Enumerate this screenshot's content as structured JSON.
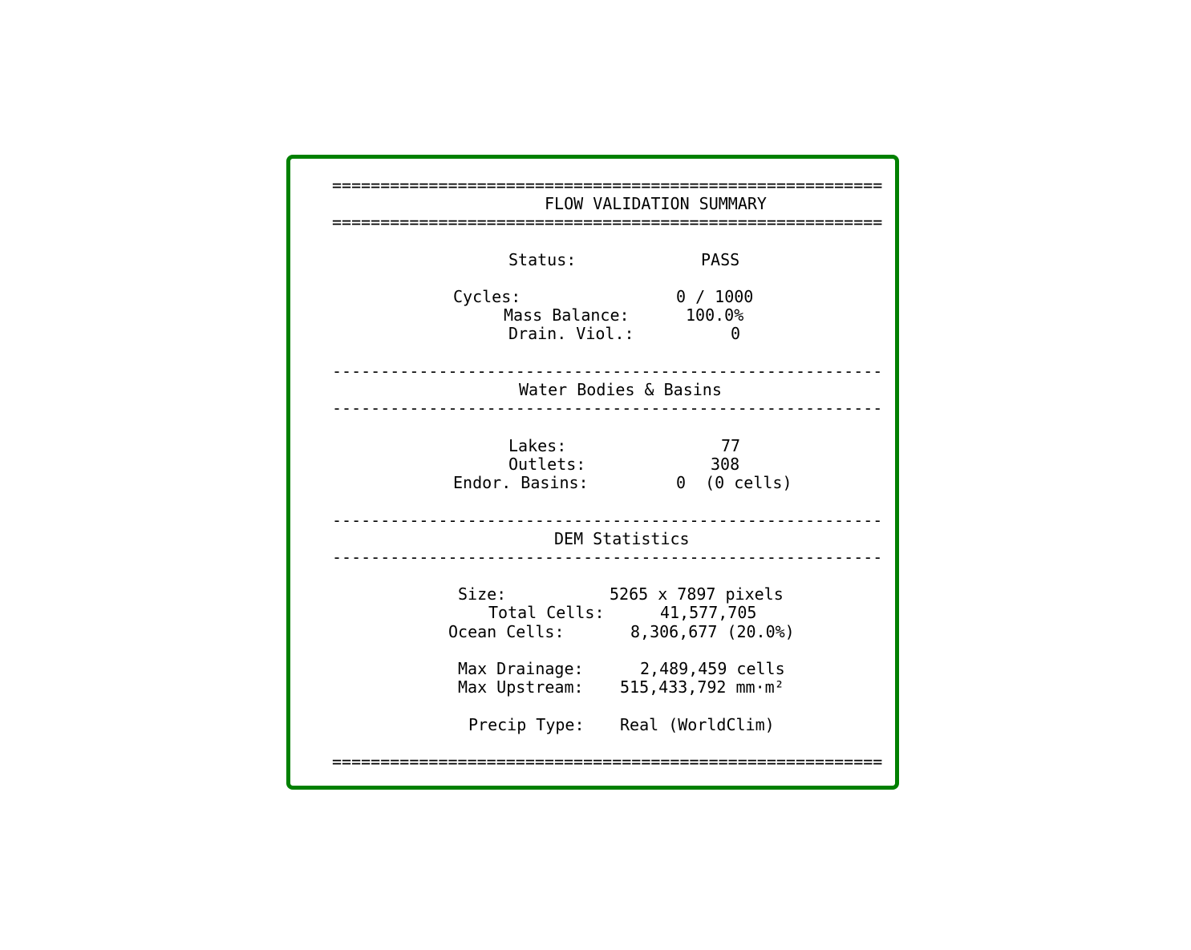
{
  "rules": {
    "double": "=========================================================",
    "single": "---------------------------------------------------------"
  },
  "header": {
    "title": "FLOW VALIDATION SUMMARY"
  },
  "status": {
    "label": "Status:",
    "value": "PASS"
  },
  "cycles": {
    "label": "Cycles:",
    "value": "0 / 1000"
  },
  "mass_balance": {
    "label": "Mass Balance:",
    "value": "100.0%"
  },
  "drain_viol": {
    "label": "Drain. Viol.:",
    "value": "0"
  },
  "water_section": {
    "title": "Water Bodies & Basins",
    "lakes_label": "Lakes:",
    "lakes_value": "77",
    "outlets_label": "Outlets:",
    "outlets_value": "308",
    "endor_label": "Endor. Basins:",
    "endor_value": "0  (0 cells)"
  },
  "dem_section": {
    "title": "DEM Statistics",
    "size_label": "Size:",
    "size_value": "5265 x 7897 pixels",
    "total_label": "Total Cells:",
    "total_value": "41,577,705",
    "ocean_label": "Ocean Cells:",
    "ocean_value": "8,306,677 (20.0%)",
    "max_drainage_label": "Max Drainage:",
    "max_drainage_value": "2,489,459 cells",
    "max_upstream_label": "Max Upstream:",
    "max_upstream_value": "515,433,792 mm·m²",
    "precip_label": "Precip Type:",
    "precip_value": "Real (WorldClim)"
  },
  "colors": {
    "border": "#008000",
    "text": "#000000",
    "background": "#ffffff"
  }
}
